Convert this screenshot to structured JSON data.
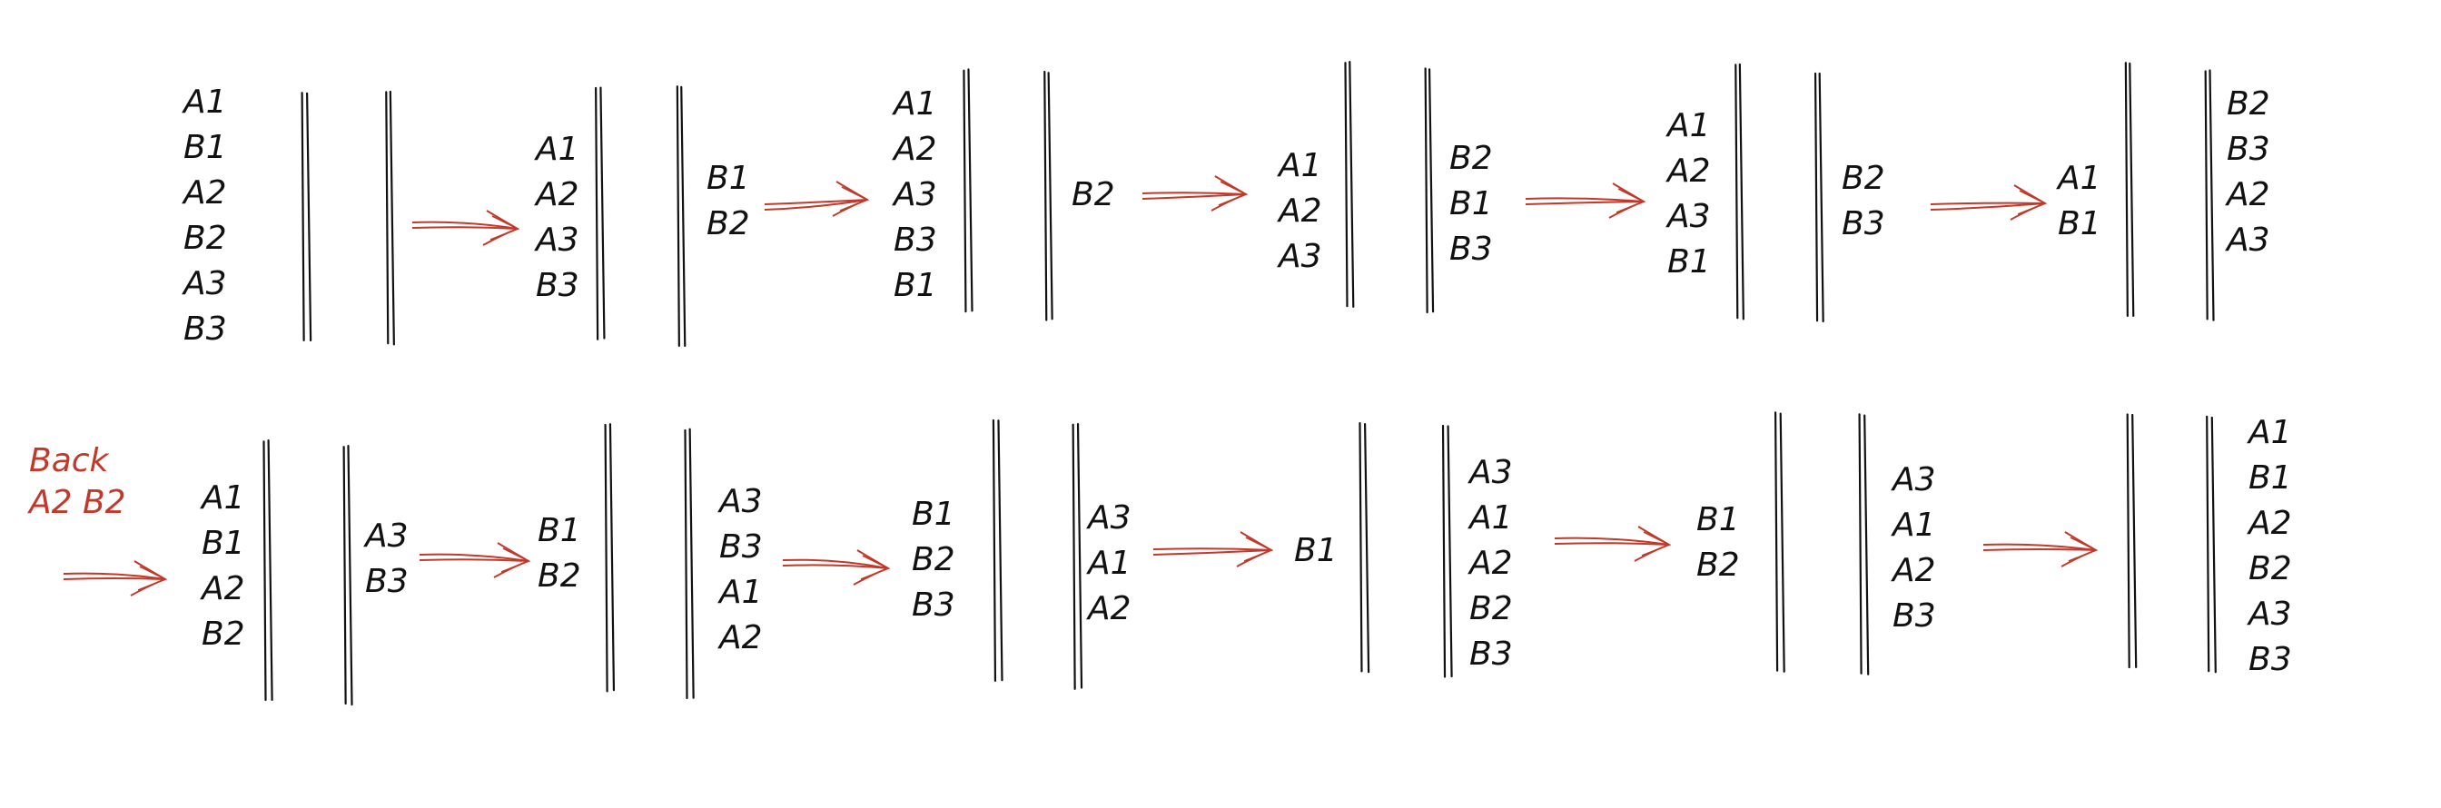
{
  "colors": {
    "ink": "#111111",
    "arrow": "#c0392b"
  },
  "note": {
    "line1": "Back",
    "line2": "A2 B2"
  },
  "row1": [
    {
      "left": [
        "A1",
        "B1",
        "A2",
        "B2",
        "A3",
        "B3"
      ],
      "middle": [],
      "right": []
    },
    {
      "left": [
        "A1",
        "A2",
        "A3",
        "B3"
      ],
      "middle": [],
      "right": [
        "B1",
        "B2"
      ]
    },
    {
      "left": [
        "A1",
        "A2",
        "A3",
        "B3",
        "B1"
      ],
      "middle": [],
      "right": [
        "B2"
      ]
    },
    {
      "left": [
        "A1",
        "A2",
        "A3"
      ],
      "middle": [],
      "right": [
        "B2",
        "B1",
        "B3"
      ]
    },
    {
      "left": [
        "A1",
        "A2",
        "A3",
        "B1"
      ],
      "middle": [],
      "right": [
        "B2",
        "B3"
      ]
    },
    {
      "left": [
        "A1",
        "B1"
      ],
      "middle": [],
      "right": [
        "B2",
        "B3",
        "A2",
        "A3"
      ]
    }
  ],
  "row2": [
    {
      "left": [
        "A1",
        "B1",
        "A2",
        "B2"
      ],
      "middle": [],
      "right": [
        "A3",
        "B3"
      ]
    },
    {
      "left": [
        "B1",
        "B2"
      ],
      "middle": [],
      "right": [
        "A3",
        "B3",
        "A1",
        "A2"
      ]
    },
    {
      "left": [
        "B1",
        "B2",
        "B3"
      ],
      "middle": [],
      "right": [
        "A3",
        "A1",
        "A2"
      ]
    },
    {
      "left": [
        "B1"
      ],
      "middle": [],
      "right": [
        "A3",
        "A1",
        "A2",
        "B2",
        "B3"
      ]
    },
    {
      "left": [
        "B1",
        "B2"
      ],
      "middle": [],
      "right": [
        "A3",
        "A1",
        "A2",
        "B3"
      ]
    },
    {
      "left": [],
      "middle": [],
      "right": [
        "A1",
        "B1",
        "A2",
        "B2",
        "A3",
        "B3"
      ]
    }
  ]
}
